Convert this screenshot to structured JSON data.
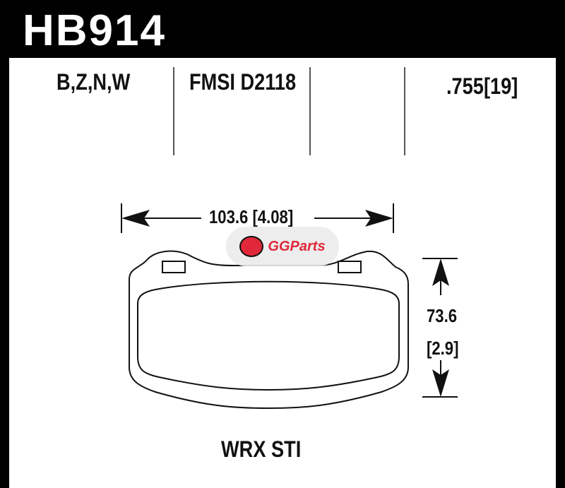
{
  "header": {
    "part_number": "HB914"
  },
  "specs": {
    "compounds": "B,Z,N,W",
    "fmsi": "FMSI D2118",
    "thickness": ".755[19]"
  },
  "dimensions": {
    "width": "103.6 [4.08]",
    "height_mm": "73.6",
    "height_in": "[2.9]"
  },
  "application": "WRX STI",
  "watermark": {
    "brand": "GGParts"
  }
}
